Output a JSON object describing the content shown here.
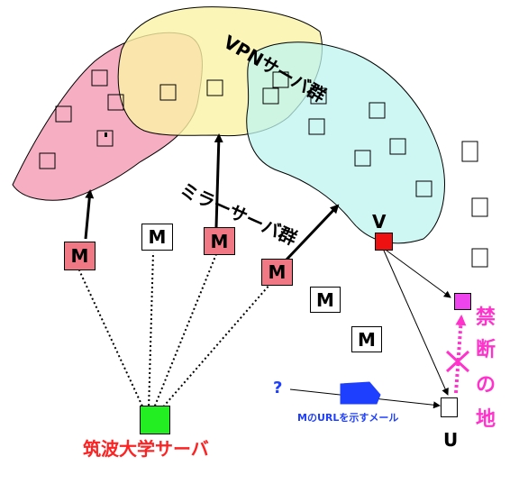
{
  "labels": {
    "vpn_cluster": "VPNサーバ群",
    "mirror_cluster": "ミラーサーバ群",
    "tsukuba_server": "筑波大学サーバ",
    "mail_note": "MのURLを示すメール",
    "question": "?",
    "user": "U",
    "vpn_node": "V",
    "forbidden_land": [
      "禁",
      "断",
      "の",
      "地"
    ],
    "blocked_mark": "X",
    "mirror_node": "M"
  },
  "colors": {
    "pink_region": "#f4a0b8",
    "yellow_region": "#fbf2a6",
    "cyan_region": "#bdf4ef",
    "orange_overlap": "#f4c49a",
    "mirror_highlight": "#f07884",
    "server_green": "#22ee22",
    "vpn_red": "#ee1111",
    "forbidden_magenta": "#ee44ee",
    "mail_blue": "#1f3fff"
  }
}
